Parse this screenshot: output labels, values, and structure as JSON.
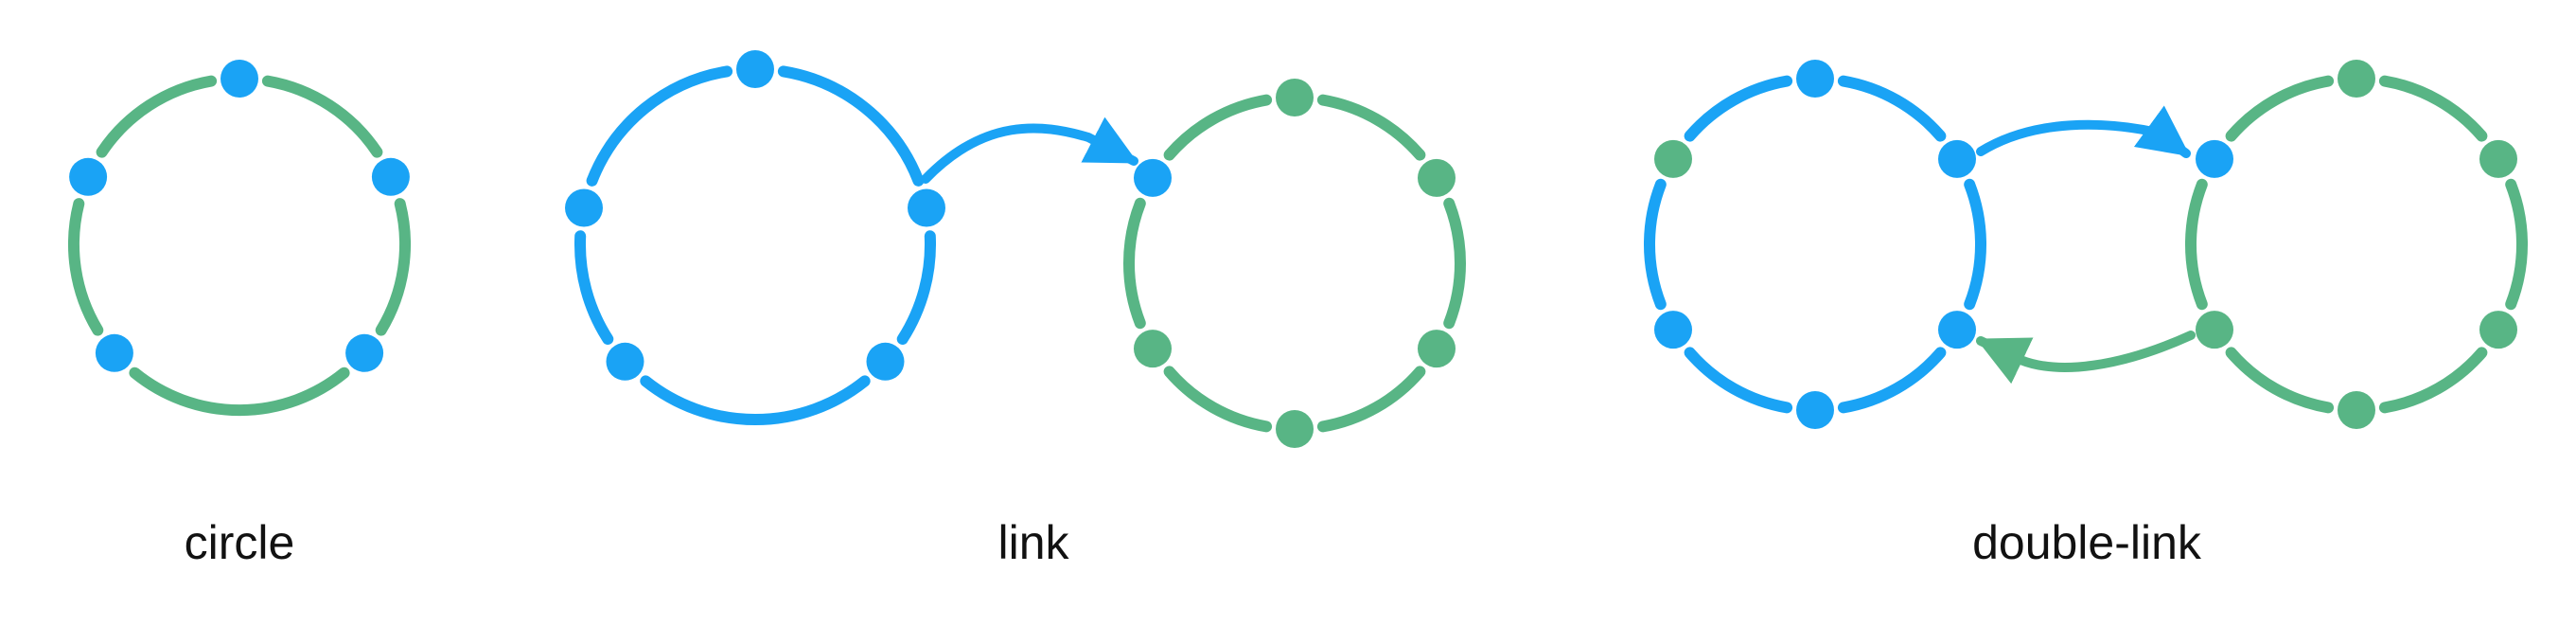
{
  "colors": {
    "blue": "#1aa3f5",
    "green": "#58b585",
    "background": "#ffffff"
  },
  "diagrams": [
    {
      "label": "circle",
      "rings": [
        {
          "color": "green",
          "nodes": 5,
          "node_colors": [
            "blue",
            "blue",
            "blue",
            "blue",
            "blue"
          ]
        }
      ],
      "arrows": []
    },
    {
      "label": "link",
      "rings": [
        {
          "color": "blue",
          "nodes": 5,
          "node_colors": [
            "blue",
            "blue",
            "blue",
            "blue",
            "blue"
          ]
        },
        {
          "color": "green",
          "nodes": 6,
          "node_colors": [
            "blue",
            "green",
            "green",
            "green",
            "green",
            "green"
          ]
        }
      ],
      "arrows": [
        {
          "from": "ring 1",
          "to": "ring 2",
          "color": "blue"
        }
      ]
    },
    {
      "label": "double-link",
      "rings": [
        {
          "color": "blue",
          "nodes": 6,
          "node_colors": [
            "blue",
            "blue",
            "blue",
            "blue",
            "blue",
            "green"
          ]
        },
        {
          "color": "green",
          "nodes": 6,
          "node_colors": [
            "blue",
            "green",
            "green",
            "green",
            "green",
            "green"
          ]
        }
      ],
      "arrows": [
        {
          "from": "ring 1",
          "to": "ring 2",
          "color": "blue"
        },
        {
          "from": "ring 2",
          "to": "ring 1",
          "color": "green"
        }
      ]
    }
  ]
}
